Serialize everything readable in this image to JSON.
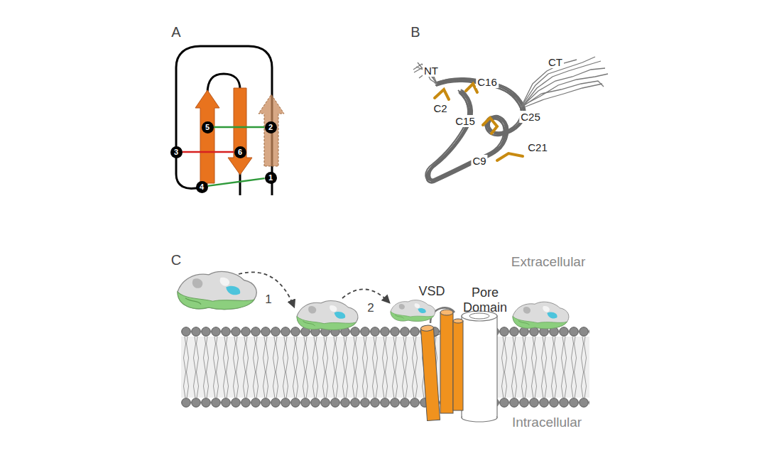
{
  "diagram": {
    "nodes": [
      {
        "text": [
          "1"
        ]
      },
      {
        "text": [
          "2"
        ]
      },
      {
        "text": [
          "3"
        ]
      },
      {
        "text": [
          "4"
        ]
      },
      {
        "text": [
          "5"
        ]
      },
      {
        "text": [
          "6"
        ]
      }
    ],
    "edges": [
      {
        "from": 3,
        "to": 0,
        "arrow": "none"
      },
      {
        "from": 4,
        "to": 1,
        "arrow": "none"
      },
      {
        "from": 2,
        "to": 5,
        "arrow": "none"
      }
    ],
    "labels": [
      "A",
      "B",
      "C",
      "NT",
      "CT",
      "C16",
      "C2",
      "C15",
      "C25",
      "C21",
      "C9",
      "1",
      "2",
      "VSD",
      "Pore Domain",
      "Extracellular",
      "Intracellular"
    ]
  }
}
